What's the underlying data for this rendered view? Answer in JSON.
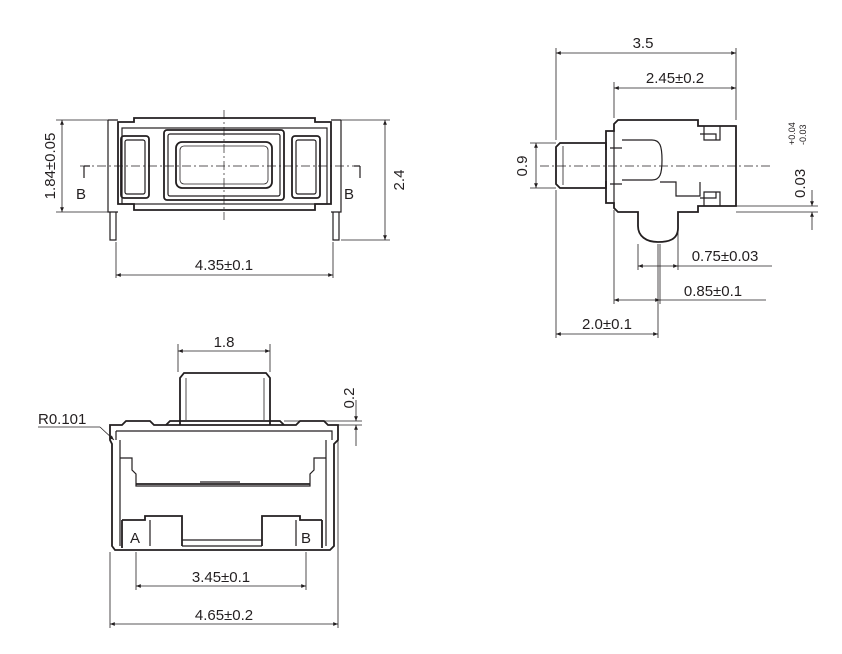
{
  "drawing": {
    "top_view": {
      "dim_width": "4.35±0.1",
      "dim_height": "2.4",
      "dim_height_left": "1.84±0.05",
      "section_left": "B",
      "section_right": "B"
    },
    "side_view": {
      "dim_total": "3.5",
      "dim_body": "2.45±0.2",
      "dim_button": "0.9",
      "dim_tol_base": "0.03",
      "dim_tol_plus": "+0.04",
      "dim_tol_minus": "-0.03",
      "dim_a": "0.75±0.03",
      "dim_b": "0.85±0.1",
      "dim_c": "2.0±0.1"
    },
    "front_view": {
      "dim_button": "1.8",
      "dim_step": "0.2",
      "dim_radius": "R0.101",
      "dim_pads": "3.45±0.1",
      "dim_width": "4.65±0.2",
      "pad_a": "A",
      "pad_b": "B"
    }
  }
}
